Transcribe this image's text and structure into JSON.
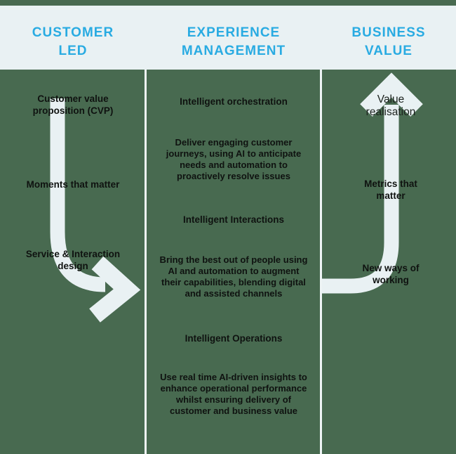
{
  "colors": {
    "background": "#486a50",
    "header_band": "#e9f1f3",
    "divider": "#eef4f5",
    "accent_title": "#29abe2",
    "arrow": "#e9f1f3",
    "text": "#0f1210"
  },
  "columns": [
    {
      "title": "CUSTOMER\nLED",
      "labels": {
        "cvp": "Customer value\nproposition (CVP)",
        "moments": "Moments that matter",
        "service_design": "Service & Interaction\ndesign"
      }
    },
    {
      "title": "EXPERIENCE\nMANAGEMENT",
      "sections": [
        {
          "heading": "Intelligent orchestration",
          "body": "Deliver engaging customer\njourneys, using AI to anticipate\nneeds and automation to\nproactively resolve issues"
        },
        {
          "heading": "Intelligent Interactions",
          "body": "Bring the best out of people using\nAI and automation to augment\ntheir capabilities, blending digital\nand assisted channels"
        },
        {
          "heading": "Intelligent Operations",
          "body": "Use real time AI-driven insights to\nenhance operational performance\nwhilst ensuring delivery of\ncustomer and business value"
        }
      ]
    },
    {
      "title": "BUSINESS\nVALUE",
      "labels": {
        "value_realisation": "Value\nrealisation",
        "metrics": "Metrics that\nmatter",
        "new_ways": "New ways of\nworking"
      }
    }
  ],
  "icons": {
    "left_flow_arrow": "down-right-flow-arrow",
    "right_flow_arrow": "up-flow-arrow"
  }
}
